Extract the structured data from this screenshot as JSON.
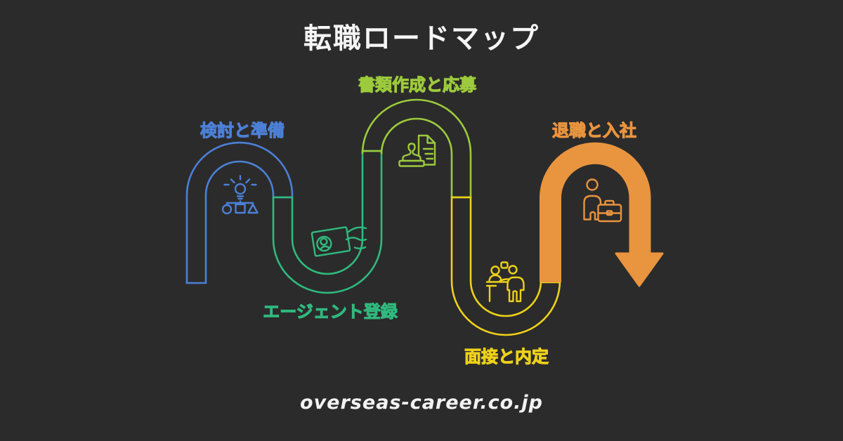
{
  "title": "転職ロードマップ",
  "footer": {
    "site_label": "overseas-career.co.jp"
  },
  "colors": {
    "background": "#2B2B2B",
    "title_text": "#F5F5F5",
    "blue": "#4C80D6",
    "green": "#30B97E",
    "yellow_green": "#9CCA3C",
    "yellow": "#EDD119",
    "orange": "#E9943E"
  },
  "steps": [
    {
      "label": "検討と準備",
      "color": "#4C80D6",
      "icon": "idea-options-icon"
    },
    {
      "label": "エージェント登録",
      "color": "#30B97E",
      "icon": "id-card-hand-icon"
    },
    {
      "label": "書類作成と応募",
      "color": "#9CCA3C",
      "icon": "document-stamp-icon"
    },
    {
      "label": "面接と内定",
      "color": "#EDD119",
      "icon": "interview-icon"
    },
    {
      "label": "退職と入社",
      "color": "#E9943E",
      "icon": "person-briefcase-icon"
    }
  ]
}
